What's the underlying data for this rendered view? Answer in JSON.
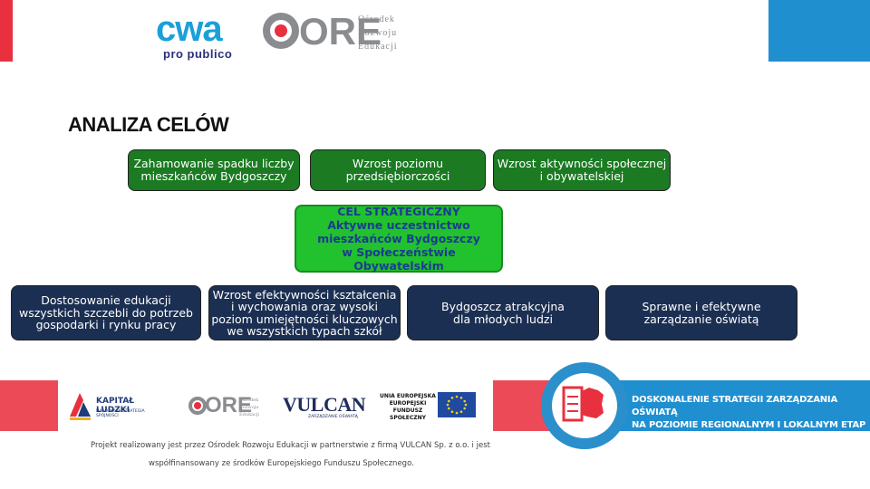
{
  "header": {
    "cwa_logo": "cwa",
    "cwa_tagline": "pro publico",
    "ore_logo": "ORE",
    "ore_words": [
      "Ośrodek",
      "Rozwoju",
      "Edukacji"
    ]
  },
  "title": "ANALIZA CELÓW",
  "top_goals": [
    {
      "lines": [
        "Zahamowanie spadku liczby",
        "mieszkańców Bydgoszczy"
      ]
    },
    {
      "lines": [
        "Wzrost poziomu",
        "przedsiębiorczości"
      ]
    },
    {
      "lines": [
        "Wzrost aktywności społecznej",
        "i obywatelskiej"
      ]
    }
  ],
  "strategic_goal": {
    "lines": [
      "CEL STRATEGICZNY",
      "Aktywne uczestnictwo",
      "mieszkańców Bydgoszczy",
      "w Społeczeństwie Obywatelskim"
    ]
  },
  "bottom_goals": [
    {
      "lines": [
        "Dostosowanie edukacji",
        "wszystkich szczebli do potrzeb",
        "gospodarki i rynku pracy"
      ]
    },
    {
      "lines": [
        "Wzrost efektywności kształcenia",
        "i wychowania oraz wysoki",
        "poziom umiejętności kluczowych",
        "we wszystkich typach szkół"
      ]
    },
    {
      "lines": [
        "Bydgoszcz atrakcyjna",
        "dla młodych ludzi"
      ]
    },
    {
      "lines": [
        "Sprawne  i efektywne",
        "zarządzanie oświatą"
      ]
    }
  ],
  "banner": {
    "line1": "DOSKONALENIE STRATEGII ZARZĄDZANIA OŚWIATĄ",
    "line2": "NA POZIOMIE REGIONALNYM I LOKALNYM ETAP II"
  },
  "partners": {
    "kl_title": "KAPITAŁ LUDZKI",
    "kl_sub": "NARODOWA STRATEGIA SPÓJNOŚCI",
    "ore_small": "ORE",
    "ore_small_words": [
      "Ośrodek",
      "Rozwoju",
      "Edukacji"
    ],
    "vulcan": "VULCAN",
    "vulcan_sub": "ZARZĄDZANIE OŚWIATĄ",
    "eu_lines": [
      "UNIA EUROPEJSKA",
      "EUROPEJSKI",
      "FUNDUSZ SPOŁECZNY"
    ]
  },
  "footer": {
    "line1": "Projekt realizowany jest przez Ośrodek Rozwoju Edukacji w partnerstwie z firmą VULCAN Sp. z o.o. i jest",
    "line2": "współfinansowany ze środków Europejskiego Funduszu Społecznego."
  },
  "colors": {
    "accent_red": "#e8303f",
    "accent_blue": "#1f8fd0",
    "goal_green_dark": "#1b7a22",
    "goal_green_main": "#22c12e",
    "goal_navy": "#1b2f52"
  }
}
